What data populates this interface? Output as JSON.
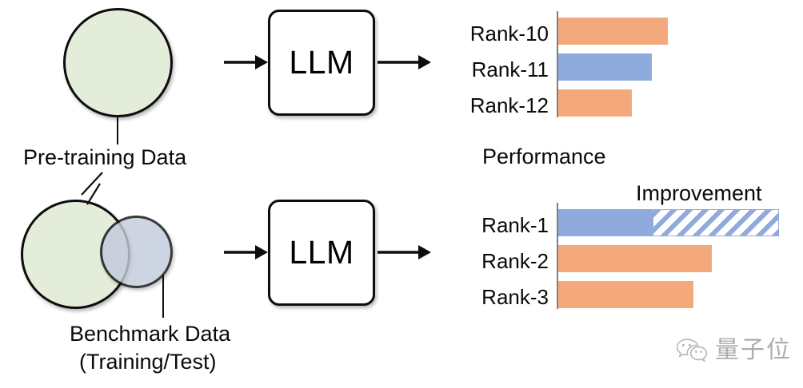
{
  "figure": {
    "title": "LLM benchmark contamination diagram",
    "colors": {
      "bar_orange": "#f4a97c",
      "bar_blue": "#8faadc",
      "circle_green": "#e3edd9",
      "circle_blue": "#c3cbdc",
      "axis_gray": "#7f7f7f",
      "outline_black": "#0d0d0d"
    }
  },
  "top_row": {
    "data_circle_label": "Pre-training Data",
    "model_box_label": "LLM",
    "input_arrow_icon": "arrow-right-icon",
    "output_arrow_icon": "arrow-right-icon"
  },
  "bottom_row": {
    "data_circle_label_line1": "Benchmark Data",
    "data_circle_label_line2": "(Training/Test)",
    "model_box_label": "LLM",
    "input_arrow_icon": "arrow-right-icon",
    "output_arrow_icon": "arrow-right-icon"
  },
  "charts": {
    "performance_caption": "Performance",
    "improvement_caption": "Improvement"
  },
  "chart_data": [
    {
      "type": "bar",
      "orientation": "horizontal",
      "id": "top-performance-chart",
      "title": "Performance",
      "categories": [
        "Rank-10",
        "Rank-11",
        "Rank-12"
      ],
      "values": [
        137,
        117,
        92
      ],
      "bar_colors": [
        "#f4a97c",
        "#8faadc",
        "#f4a97c"
      ],
      "highlight_index": 1,
      "xlabel": "",
      "ylabel": "",
      "xlim": [
        0,
        310
      ],
      "grid": false,
      "legend": "none",
      "axis_line": "left"
    },
    {
      "type": "bar",
      "orientation": "horizontal",
      "id": "bottom-performance-chart",
      "title": "",
      "categories": [
        "Rank-1",
        "Rank-2",
        "Rank-3"
      ],
      "values": [
        118,
        192,
        169
      ],
      "improvement_values": [
        158,
        0,
        0
      ],
      "bar_colors": [
        "#8faadc",
        "#f4a97c",
        "#f4a97c"
      ],
      "highlight_index": 0,
      "annotations": [
        "Improvement"
      ],
      "xlabel": "",
      "ylabel": "",
      "xlim": [
        0,
        310
      ],
      "grid": false,
      "legend": "none",
      "axis_line": "left"
    }
  ],
  "watermark": {
    "icon": "wechat-icon",
    "text": "量子位"
  }
}
